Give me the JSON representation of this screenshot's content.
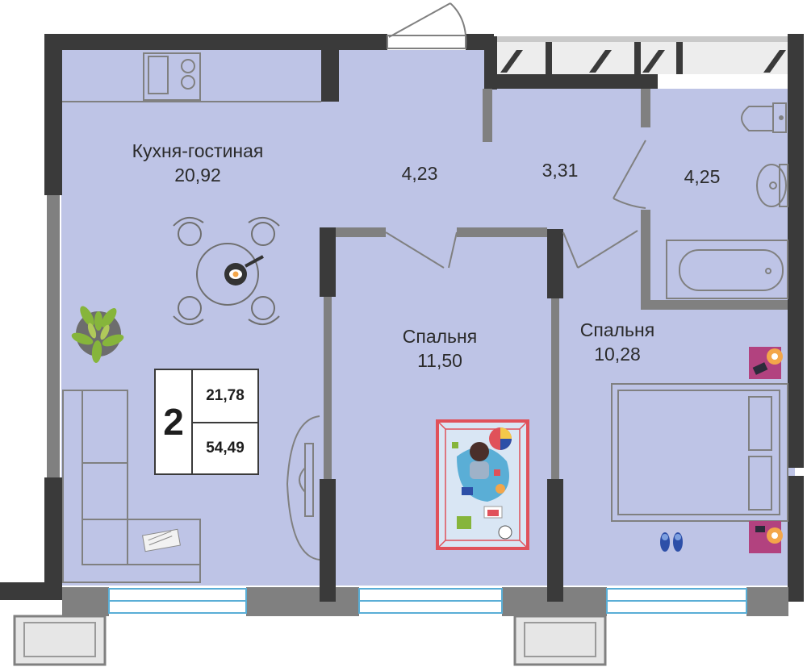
{
  "apartment": {
    "rooms_count": "2",
    "living_area": "21,78",
    "total_area": "54,49"
  },
  "rooms": [
    {
      "key": "kitchen_living",
      "name": "Кухня-гостиная",
      "area": "20,92"
    },
    {
      "key": "hall",
      "name": "",
      "area": "4,23"
    },
    {
      "key": "corridor",
      "name": "",
      "area": "3,31"
    },
    {
      "key": "bathroom",
      "name": "",
      "area": "4,25"
    },
    {
      "key": "bedroom_1",
      "name": "Спальня",
      "area": "11,50"
    },
    {
      "key": "bedroom_2",
      "name": "Спальня",
      "area": "10,28"
    }
  ],
  "colors": {
    "floor": "#bec4e6",
    "wall": "#3a3a3a",
    "partition": "#808080",
    "window": "#5aaed6",
    "rug": "#e0515a",
    "accent_purple": "#b2427f",
    "accent_orange": "#f3a64a"
  }
}
